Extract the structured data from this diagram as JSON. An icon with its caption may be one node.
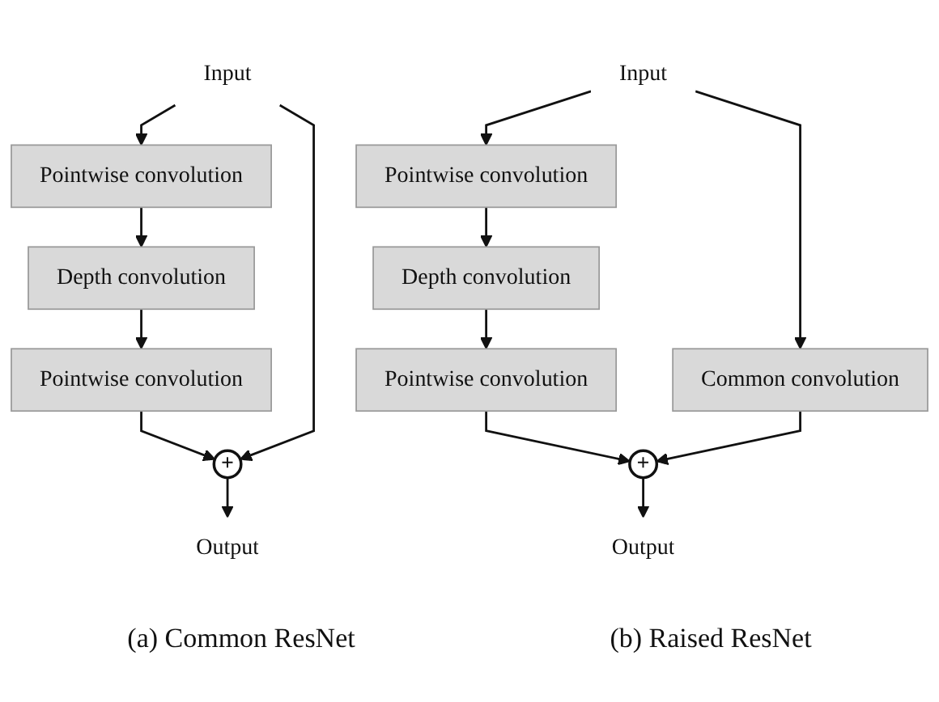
{
  "diagram": {
    "nodes": [
      {
        "text": [
          "Input"
        ]
      },
      {
        "text": [
          "Pointwise convolution"
        ]
      },
      {
        "text": [
          "Depth convolution"
        ]
      },
      {
        "text": [
          "Pointwise convolution"
        ]
      },
      {
        "text": [
          "+"
        ]
      },
      {
        "text": [
          "Output"
        ]
      },
      {
        "text": [
          "Input"
        ]
      },
      {
        "text": [
          "Pointwise convolution"
        ]
      },
      {
        "text": [
          "Depth convolution"
        ]
      },
      {
        "text": [
          "Pointwise convolution"
        ]
      },
      {
        "text": [
          "Common convolution"
        ]
      },
      {
        "text": [
          "+"
        ]
      },
      {
        "text": [
          "Output"
        ]
      }
    ],
    "edges": [
      {
        "from": 0,
        "to": 1,
        "arrow": "to"
      },
      {
        "from": 1,
        "to": 2,
        "arrow": "to"
      },
      {
        "from": 2,
        "to": 3,
        "arrow": "to"
      },
      {
        "from": 3,
        "to": 4,
        "arrow": "to"
      },
      {
        "from": 0,
        "to": 4,
        "arrow": "to"
      },
      {
        "from": 4,
        "to": 5,
        "arrow": "to"
      },
      {
        "from": 6,
        "to": 7,
        "arrow": "to"
      },
      {
        "from": 7,
        "to": 8,
        "arrow": "to"
      },
      {
        "from": 8,
        "to": 9,
        "arrow": "to"
      },
      {
        "from": 9,
        "to": 11,
        "arrow": "to"
      },
      {
        "from": 6,
        "to": 10,
        "arrow": "to"
      },
      {
        "from": 10,
        "to": 11,
        "arrow": "to"
      },
      {
        "from": 11,
        "to": 12,
        "arrow": "to"
      }
    ],
    "labels": [
      "(a) Common ResNet",
      "(b) Raised ResNet"
    ]
  }
}
